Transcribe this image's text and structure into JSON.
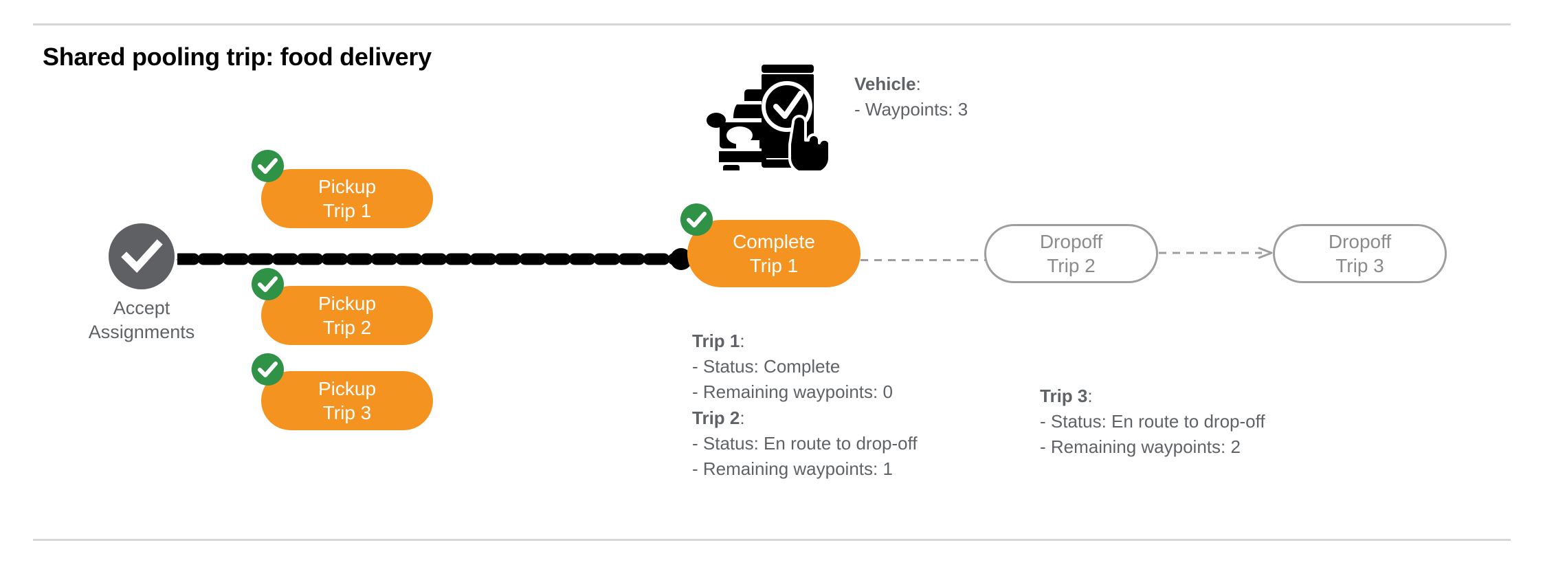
{
  "slide": {
    "title": "Shared pooling trip: food delivery"
  },
  "colors": {
    "pill_orange": "#f4931f",
    "badge_green": "#2f9246",
    "accept_gray": "#5f6063",
    "text_gray": "#5f6368",
    "outline_gray": "#9e9e9e",
    "divider_gray": "#d6d6d6",
    "connector_black": "#000000"
  },
  "flow": {
    "accept": {
      "icon": "check-circle-icon",
      "label_line1": "Accept",
      "label_line2": "Assignments"
    },
    "pickups": [
      {
        "line1": "Pickup",
        "line2": "Trip 1",
        "badge": "check-badge-icon",
        "state": "done"
      },
      {
        "line1": "Pickup",
        "line2": "Trip 2",
        "badge": "check-badge-icon",
        "state": "done"
      },
      {
        "line1": "Pickup",
        "line2": "Trip 3",
        "badge": "check-badge-icon",
        "state": "done"
      }
    ],
    "complete": {
      "line1": "Complete",
      "line2": "Trip 1",
      "badge": "check-badge-icon",
      "state": "done"
    },
    "dropoffs": [
      {
        "line1": "Dropoff",
        "line2": "Trip 2",
        "state": "pending"
      },
      {
        "line1": "Dropoff",
        "line2": "Trip 3",
        "state": "pending"
      }
    ]
  },
  "vehicle": {
    "icon": "car-phone-check-icon",
    "heading": "Vehicle",
    "heading_suffix": ":",
    "waypoints_line": "- Waypoints: 3"
  },
  "trip_details": {
    "trip1": {
      "heading": "Trip 1",
      "heading_suffix": ":",
      "status_line": "- Status:  Complete",
      "waypoints_line": "- Remaining waypoints: 0"
    },
    "trip2": {
      "heading": "Trip 2",
      "heading_suffix": ":",
      "status_line": "- Status:  En route to drop-off",
      "waypoints_line": "- Remaining waypoints: 1"
    },
    "trip3": {
      "heading": "Trip 3",
      "heading_suffix": ":",
      "status_line": "- Status:  En route to drop-off",
      "waypoints_line": "- Remaining waypoints: 2"
    }
  }
}
